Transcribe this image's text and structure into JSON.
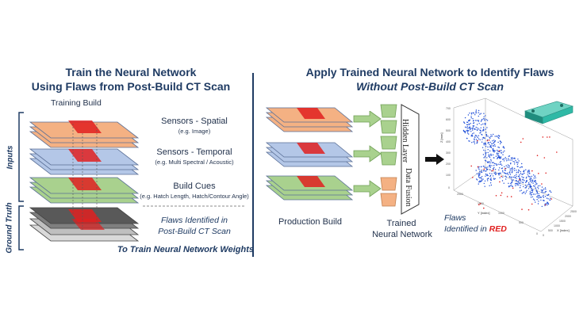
{
  "left": {
    "title_line1": "Train the Neural Network",
    "title_line2": "Using Flaws from Post-Build CT Scan",
    "training_build": "Training Build",
    "sensors_spatial": "Sensors - Spatial",
    "sensors_spatial_sub": "(e.g. Image)",
    "sensors_temporal": "Sensors - Temporal",
    "sensors_temporal_sub": "(e.g. Multi Spectral / Acoustic)",
    "build_cues": "Build Cues",
    "build_cues_sub": "(e.g. Hatch Length, Hatch/Contour Angle)",
    "flaws_line1": "Flaws Identified in",
    "flaws_line2": "Post-Build CT Scan",
    "weights": "To Train Neural Network Weights",
    "inputs_label": "Inputs",
    "ground_truth_label": "Ground Truth"
  },
  "right": {
    "title_line1": "Apply Trained Neural Network to Identify Flaws",
    "title_line2": "Without Post-Build CT Scan",
    "production_build": "Production Build",
    "hidden_layer": "Hidden Layer",
    "data_fusion": "Data Fusion",
    "trained_line1": "Trained",
    "trained_line2": "Neural Network",
    "flaws_line1": "Flaws",
    "flaws_line2_prefix": "Identified in ",
    "flaws_red": "RED"
  },
  "plot": {
    "z_label": "Z [mm]",
    "y_label": "Y [index]",
    "x_label": "X [index]",
    "z_ticks": [
      "700",
      "600",
      "500",
      "400",
      "300",
      "200",
      "100",
      "0"
    ],
    "y_ticks": [
      "2000",
      "1500",
      "1000",
      "500",
      "0"
    ],
    "x_ticks": [
      "0",
      "500",
      "1000",
      "1500",
      "2000",
      "2500"
    ]
  },
  "colors": {
    "title": "#1f3b63",
    "spatial_layer": "#f4b183",
    "temporal_layer": "#b4c7e7",
    "cues_layer": "#a9d18e",
    "flaw_red": "#e02020",
    "point_blue": "#1f4fd8",
    "part_teal": "#2fb9a6"
  }
}
